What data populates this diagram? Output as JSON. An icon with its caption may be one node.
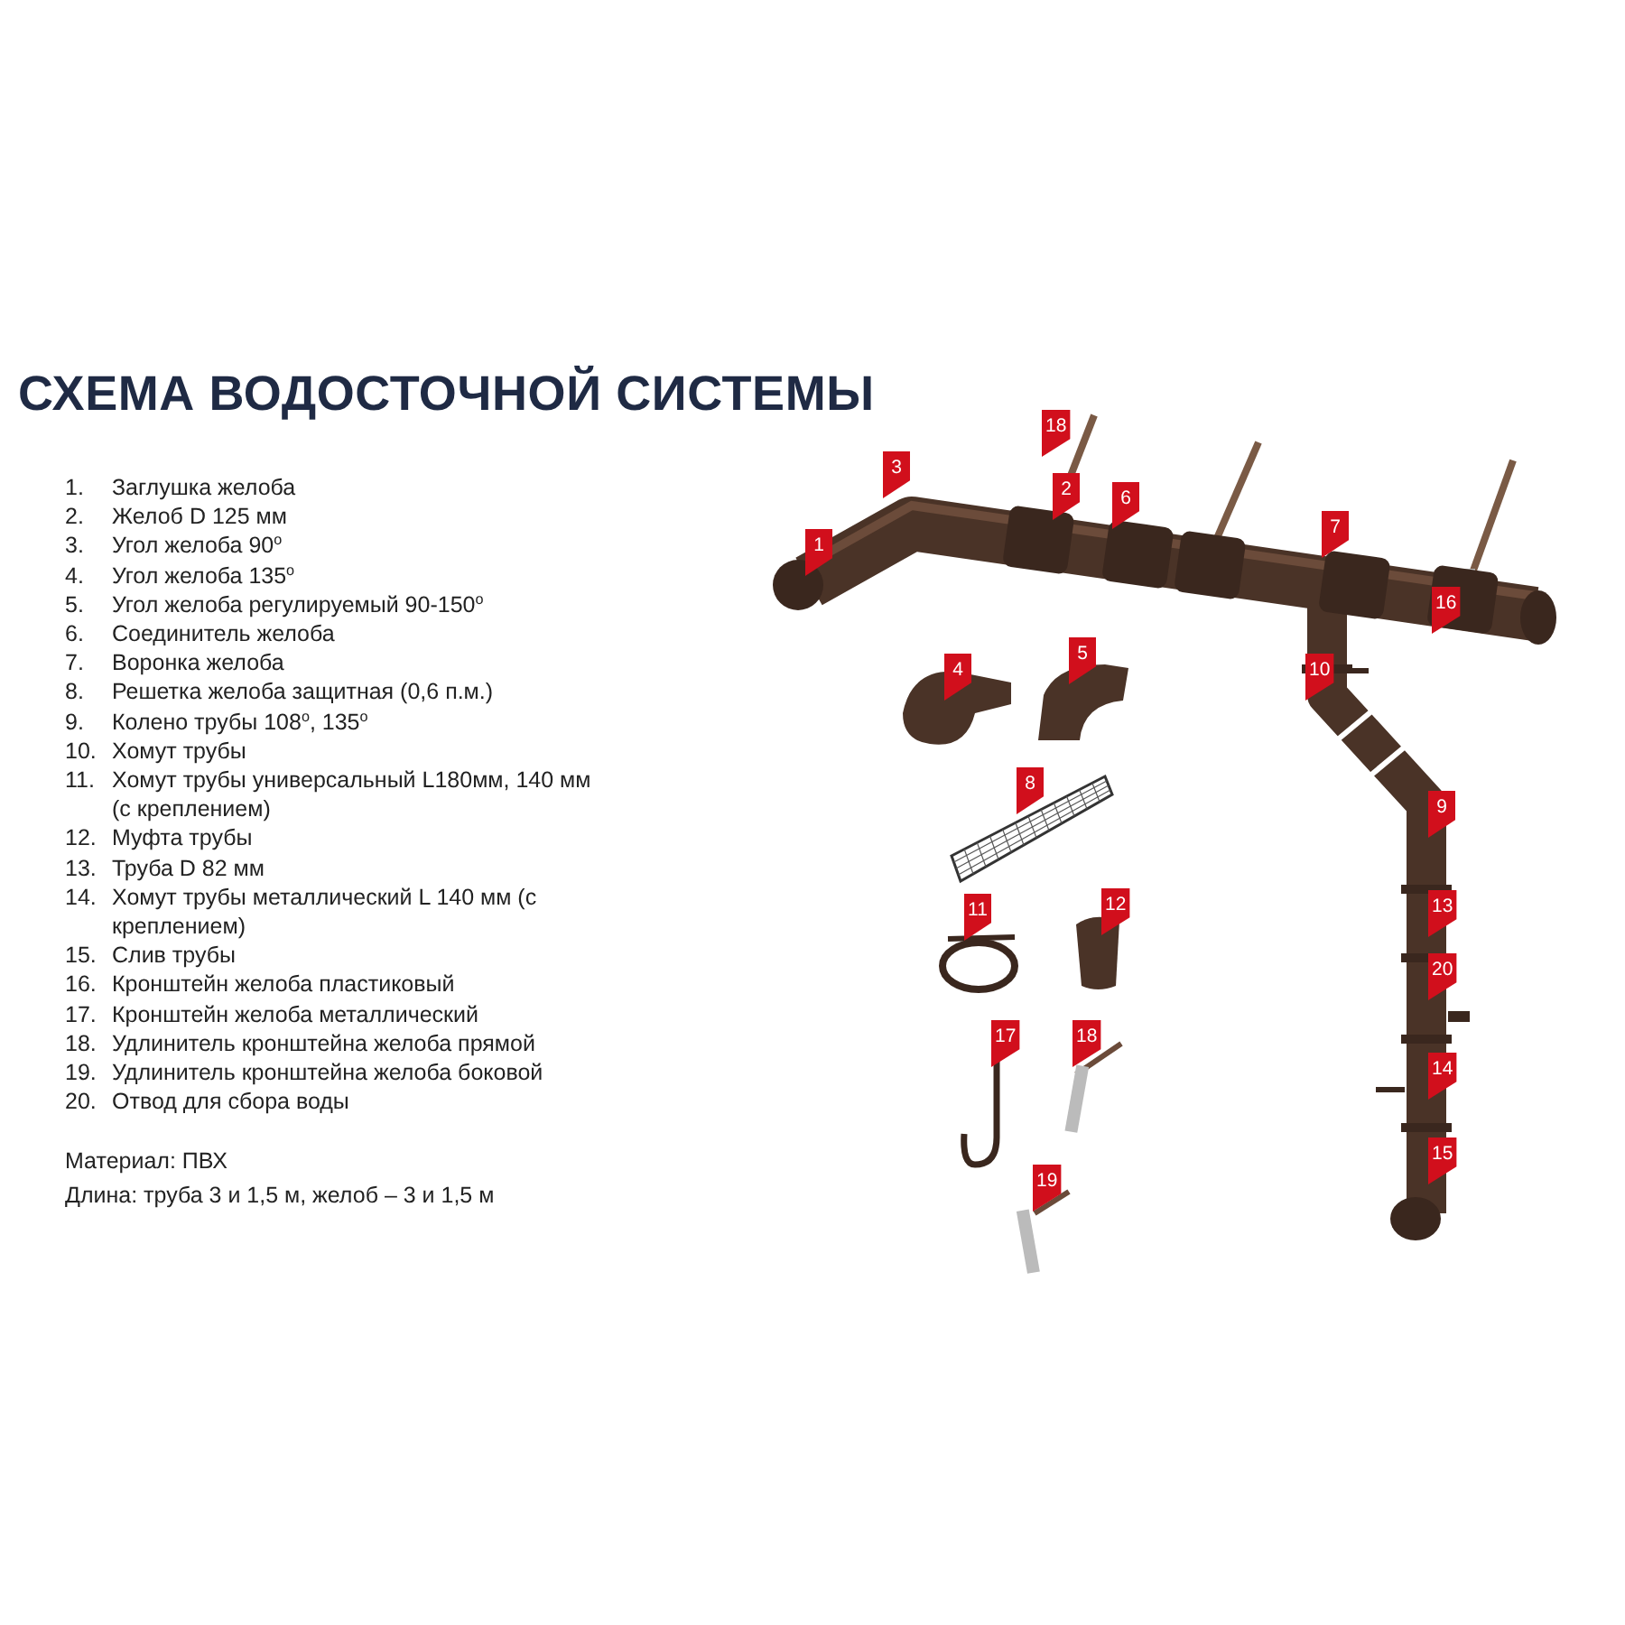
{
  "diagram": {
    "title": "СХЕМА ВОДОСТОЧНОЙ СИСТЕМЫ",
    "labels": [
      "1.",
      "Заглушка желоба",
      "2.",
      "Желоб D 125 мм",
      "3.",
      "Угол желоба 90$^{o}$",
      "4.",
      "Угол желоба 135$^{o}$",
      "5.",
      "Угол желоба регулируемый 90-150$^{o}$",
      "6.",
      "Соединитель желоба",
      "7.",
      "Воронка желоба",
      "8.",
      "Решетка желоба защитная (0,6 п.м.)",
      "9.",
      "Колено трубы 108$^{o}$, 135$^{o}$",
      "10.",
      "Хомут трубы",
      "11.",
      "Хомут трубы универсальный L180мм, 140 мм (с креплением)",
      "12.",
      "Муфта трубы",
      "13.",
      "Труба D 82 мм",
      "14.",
      "Хомут трубы металлический L 140 мм (с креплением)",
      "15.",
      "Слив трубы",
      "16.",
      "Кронштейн желоба пластиковый",
      "17.",
      "Кронштейн желоба металлический",
      "18.",
      "Удлинитель кронштейна желоба прямой",
      "19.",
      "Удлинитель кронштейна желоба боковой",
      "20.",
      "Отвод для сбора воды",
      "Материал: ПВХ",
      "Длина: труба 3 и 1,5 м, желоб – 3 и 1,5 м",
      "18",
      "3",
      "2",
      "6",
      "7",
      "1",
      "16",
      "5",
      "4",
      "10",
      "8",
      "9",
      "12",
      "11",
      "13",
      "20",
      "17",
      "18",
      "14",
      "15",
      "19"
    ]
  }
}
